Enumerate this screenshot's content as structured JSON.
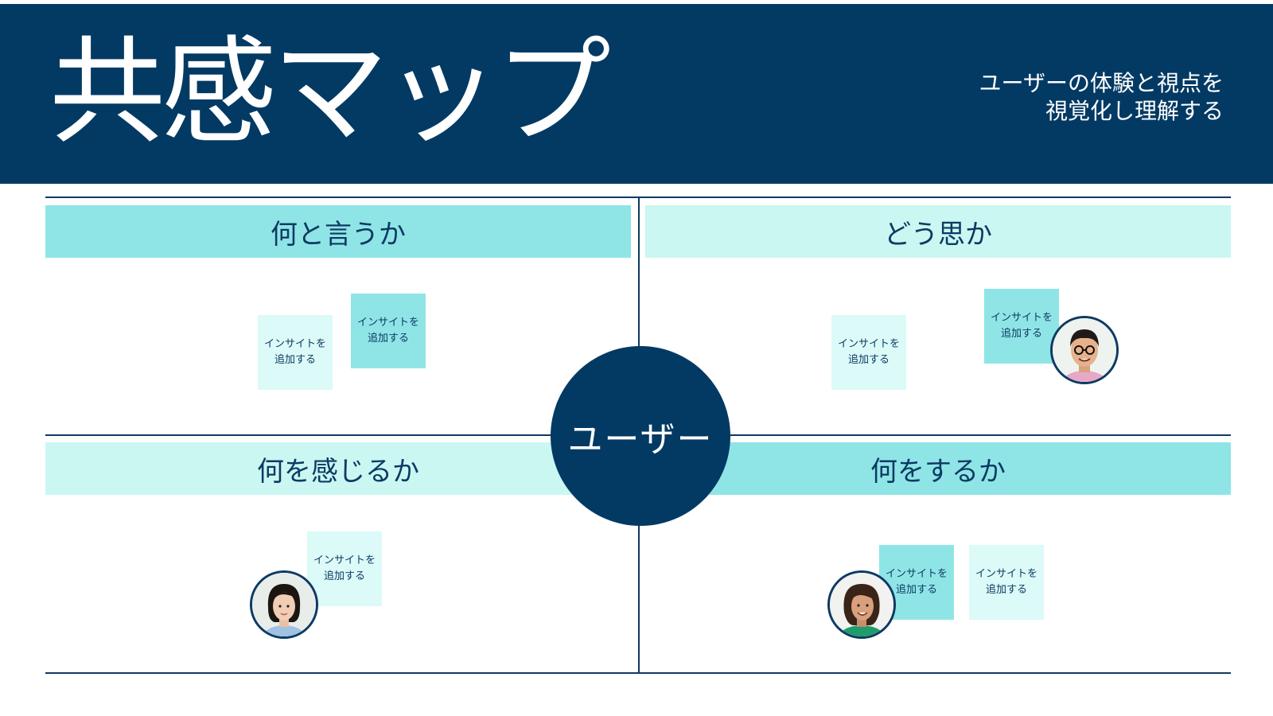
{
  "header": {
    "title": "共感マップ",
    "subtitle_line1": "ユーザーの体験と視点を",
    "subtitle_line2": "視覚化し理解する"
  },
  "center": {
    "label": "ユーザー"
  },
  "quadrants": [
    {
      "title": "何と言うか",
      "band_style": "dark",
      "notes": [
        "インサイトを追加する",
        "インサイトを追加する"
      ]
    },
    {
      "title": "どう思か",
      "band_style": "light",
      "notes": [
        "インサイトを追加する",
        "インサイトを追加する"
      ]
    },
    {
      "title": "何を感じるか",
      "band_style": "light",
      "notes": [
        "インサイトを追加する"
      ]
    },
    {
      "title": "何をするか",
      "band_style": "dark",
      "notes": [
        "インサイトを追加する",
        "インサイトを追加する"
      ]
    }
  ],
  "note_line1": "インサイトを",
  "note_line2": "追加する",
  "colors": {
    "header_bg": "#033a64",
    "band_dark": "#8fe5e6",
    "band_light": "#caf7f2",
    "note_light": "#dbfaf8",
    "text": "#0d3a63"
  }
}
